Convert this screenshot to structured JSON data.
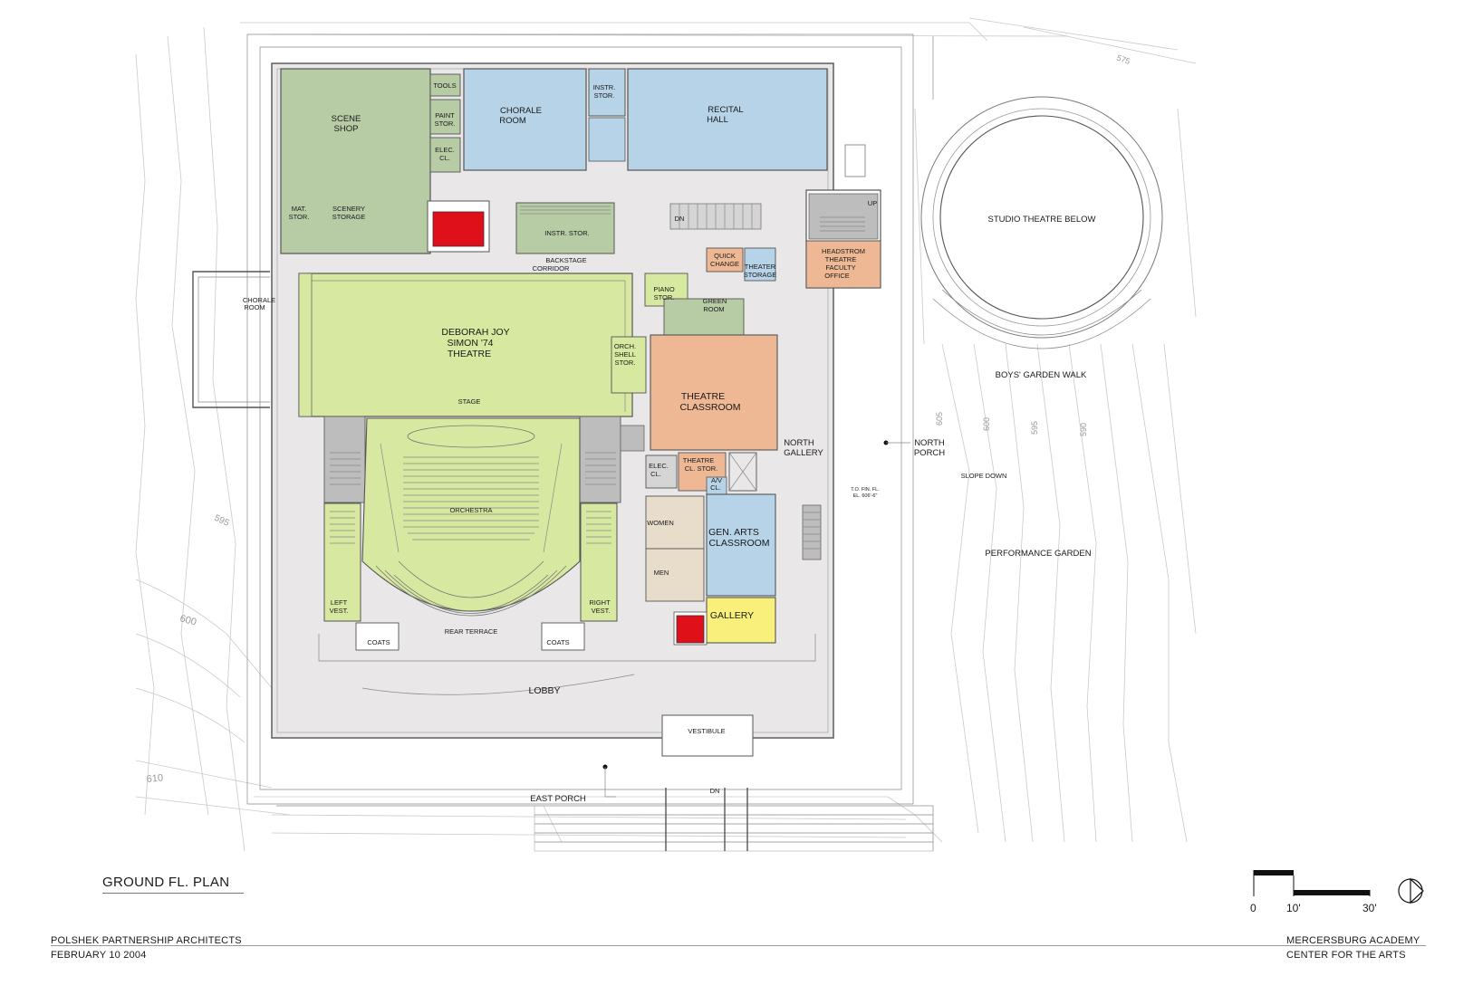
{
  "plan": {
    "title": "GROUND FL. PLAN",
    "rooms": {
      "scene_shop": [
        "SCENE",
        "SHOP"
      ],
      "tools": "TOOLS",
      "paint_stor": [
        "PAINT",
        "STOR."
      ],
      "elec_cl_top": [
        "ELEC.",
        "CL."
      ],
      "mat_stor": [
        "MAT.",
        "STOR."
      ],
      "scenery_storage": [
        "SCENERY",
        "STORAGE"
      ],
      "chorale_room": [
        "CHORALE",
        "ROOM"
      ],
      "instr_stor_top": [
        "INSTR.",
        "STOR."
      ],
      "recital_hall": [
        "RECITAL",
        "HALL"
      ],
      "instr_stor": "INSTR. STOR.",
      "backstage_corridor": [
        "BACKSTAGE",
        "CORRIDOR"
      ],
      "quick_change": [
        "QUICK",
        "CHANGE"
      ],
      "theater_storage": [
        "THEATER",
        "STORAGE"
      ],
      "headstrom_office": [
        "HEADSTROM",
        "THEATRE",
        "FACULTY",
        "OFFICE"
      ],
      "up_stair": "UP",
      "dn_stair": "DN",
      "chorale_room_outside": [
        "CHORALE",
        "ROOM"
      ],
      "theatre_name": [
        "DEBORAH JOY",
        "SIMON '74",
        "THEATRE"
      ],
      "piano_stor": [
        "PIANO",
        "STOR."
      ],
      "green_room": [
        "GREEN",
        "ROOM"
      ],
      "orch_shell_stor": [
        "ORCH.",
        "SHELL",
        "STOR."
      ],
      "stage": "STAGE",
      "theatre_classroom": [
        "THEATRE",
        "CLASSROOM"
      ],
      "elec_cl": [
        "ELEC.",
        "CL."
      ],
      "theatre_cl_stor": [
        "THEATRE",
        "CL. STOR."
      ],
      "av_cl": [
        "A/V",
        "CL."
      ],
      "orchestra": "ORCHESTRA",
      "women": "WOMEN",
      "men": "MEN",
      "gen_arts_classroom": [
        "GEN. ARTS",
        "CLASSROOM"
      ],
      "gallery": "GALLERY",
      "left_vest": [
        "LEFT",
        "VEST."
      ],
      "right_vest": [
        "RIGHT",
        "VEST."
      ],
      "coats": "COATS",
      "rear_terrace": "REAR TERRACE",
      "lobby": "LOBBY",
      "vestibule": "VESTIBULE",
      "north_gallery": [
        "NORTH",
        "GALLERY"
      ],
      "north_porch": [
        "NORTH",
        "PORCH"
      ],
      "east_porch": "EAST PORCH",
      "studio_theatre_below": "STUDIO THEATRE BELOW",
      "boys_garden_walk": "BOYS' GARDEN WALK",
      "performance_garden": "PERFORMANCE GARDEN",
      "slope_down": "SLOPE DOWN",
      "elevation_note": [
        "T.O. FIN. FL.",
        "EL. 606'-6\""
      ]
    },
    "contour_labels": {
      "c575": "575",
      "c595": "595",
      "c600": "600",
      "c605": "605",
      "c610": "610",
      "c590": "590"
    },
    "scale": {
      "zero": "0",
      "ten": "10'",
      "thirty": "30'"
    }
  },
  "footer": {
    "firm": "POLSHEK PARTNERSHIP ARCHITECTS",
    "date": "FEBRUARY 10 2004",
    "client": "MERCERSBURG ACADEMY",
    "project": "CENTER FOR THE ARTS"
  },
  "colors": {
    "green_shop": "#b7cba5",
    "blue_music": "#b6d3e8",
    "theatre_green": "#d7e9a0",
    "orange_class": "#eeb894",
    "corridor_grey": "#e9e7e7",
    "service_grey": "#bdbdbd",
    "elevator_red": "#e0101a",
    "gallery_yellow": "#f8f07a",
    "restroom_tan": "#e8dccb"
  }
}
